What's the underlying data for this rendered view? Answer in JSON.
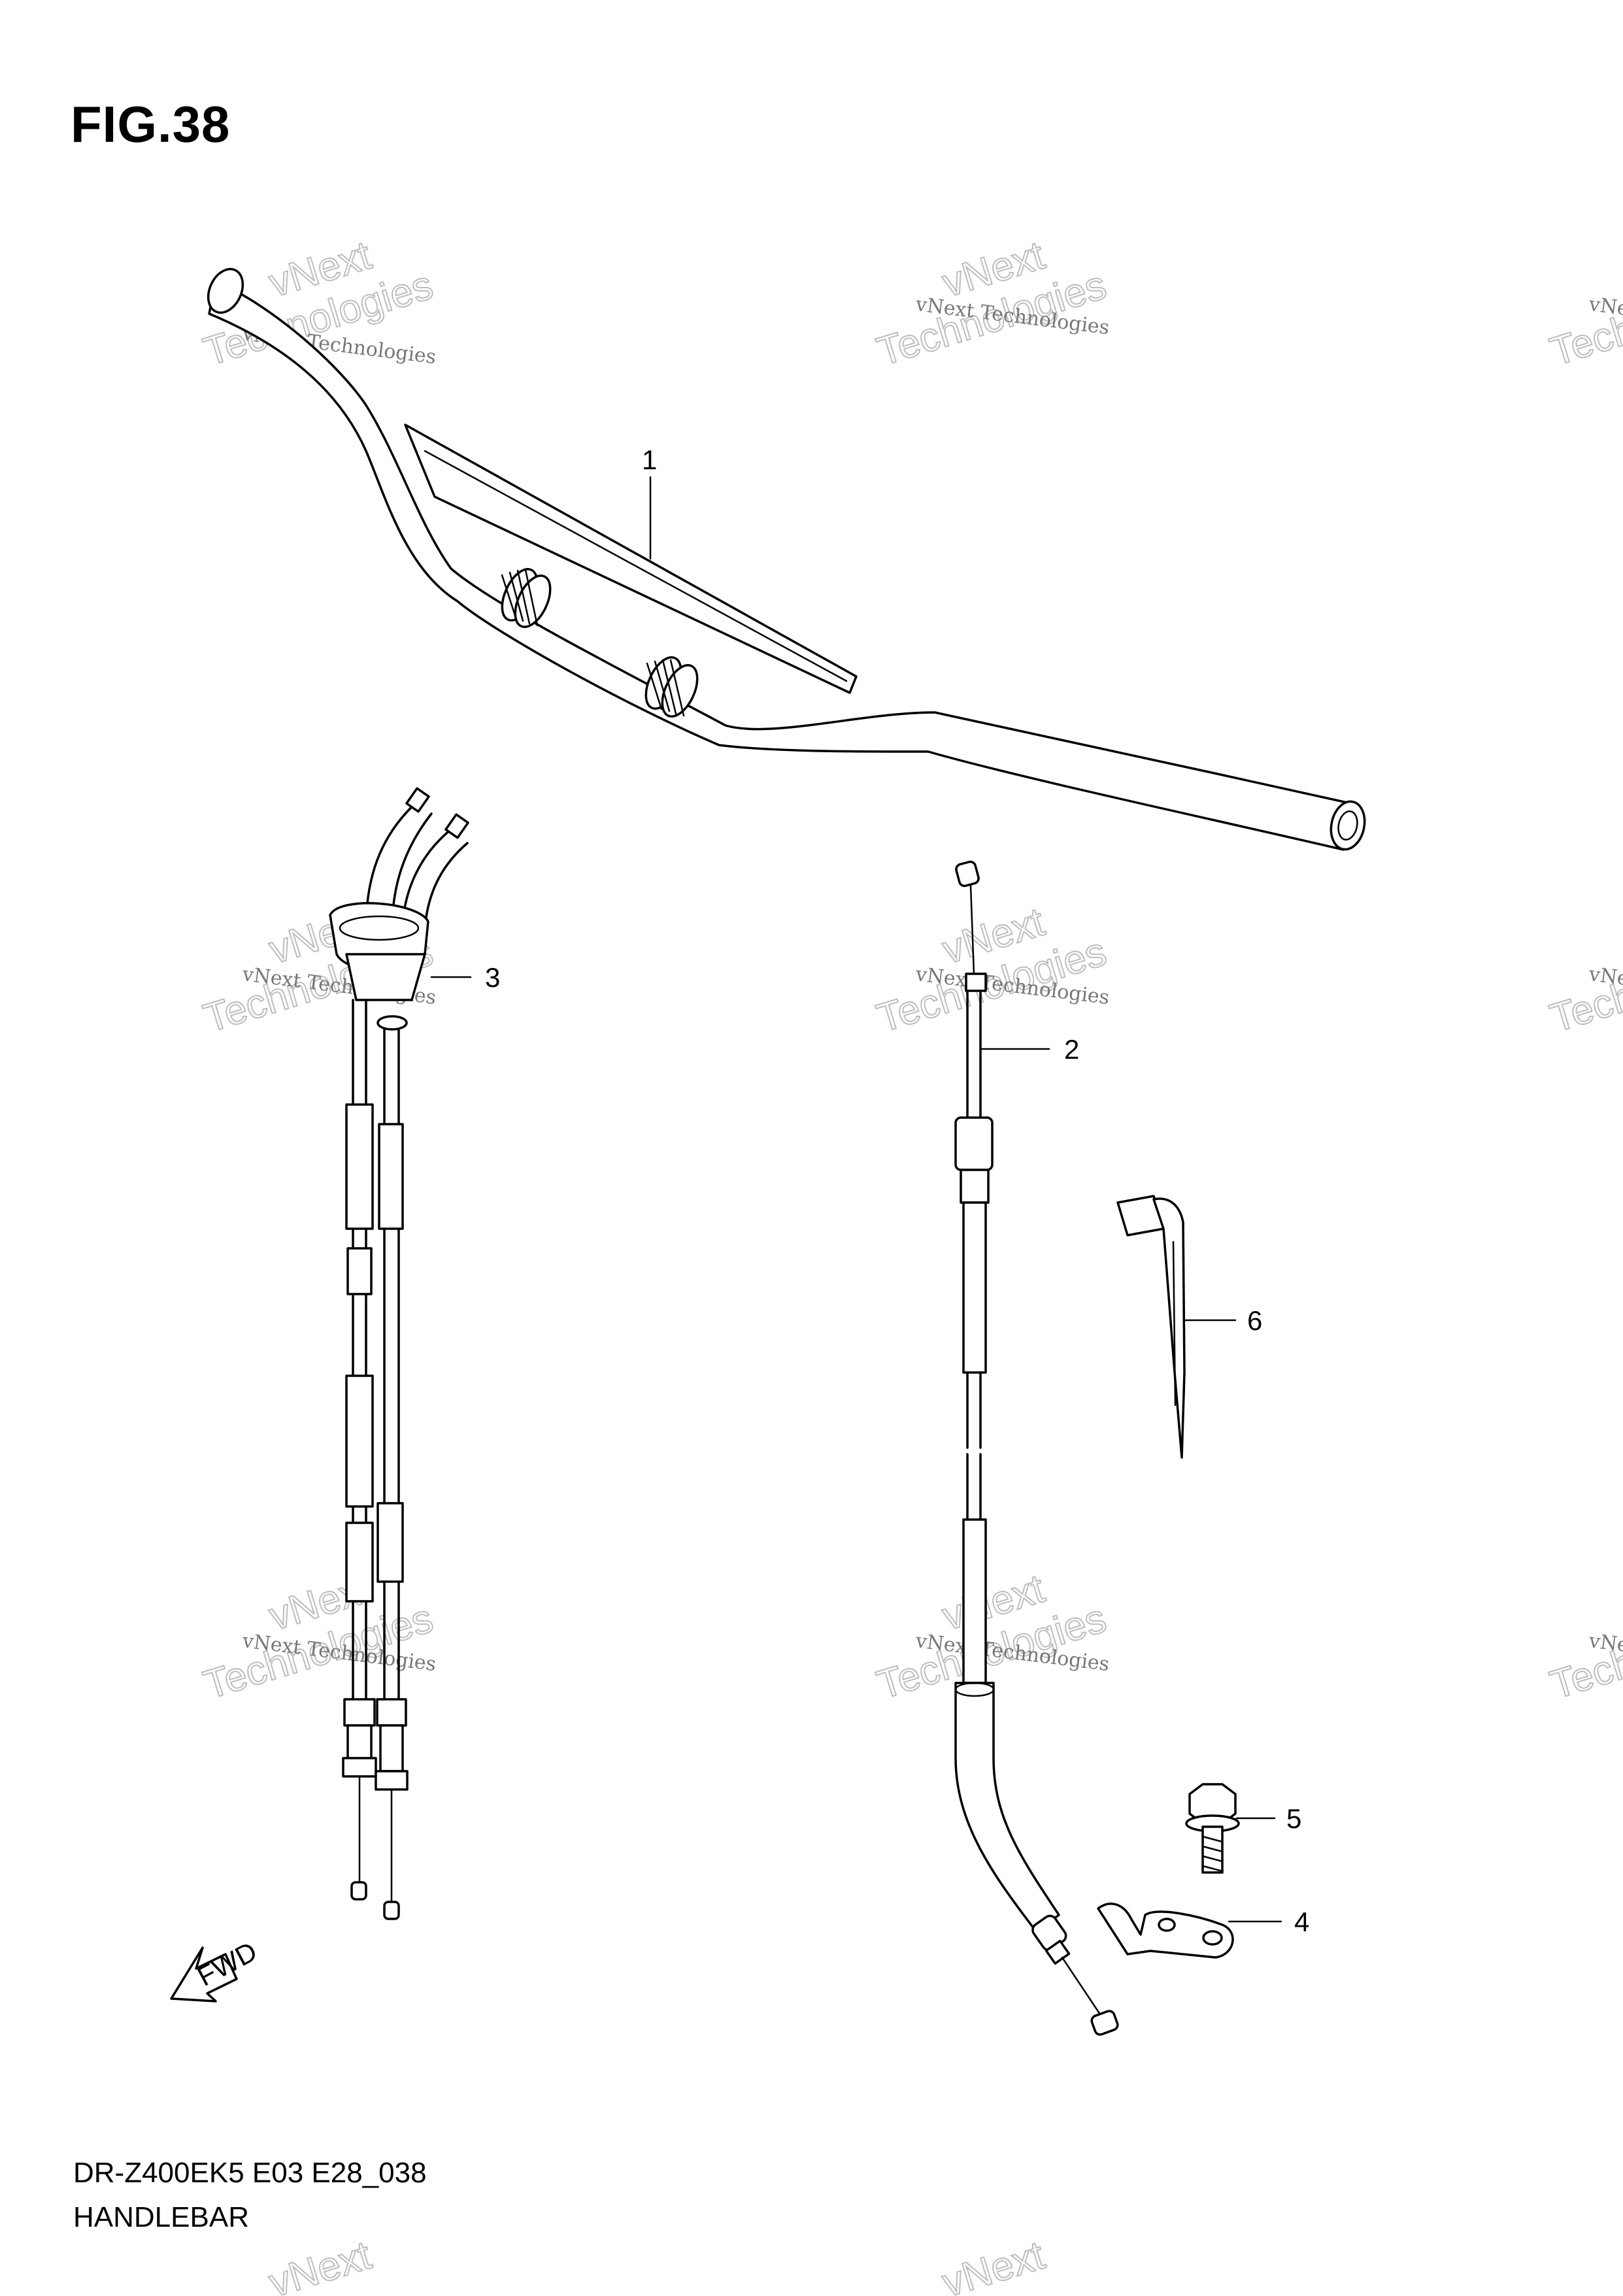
{
  "figure": {
    "title": "FIG.38",
    "model_code": "DR-Z400EK5 E03 E28_038",
    "section_name": "HANDLEBAR"
  },
  "callouts": [
    "1",
    "2",
    "3",
    "4",
    "5",
    "6"
  ],
  "watermark": {
    "small_text": "vNext Technologies",
    "big_line_1": "vNext",
    "big_line_2": "Technologies"
  },
  "direction_arrow": {
    "label": "FWD"
  },
  "colors": {
    "ink": "#000000",
    "background": "#ffffff",
    "watermark": "#bdbdbd"
  }
}
